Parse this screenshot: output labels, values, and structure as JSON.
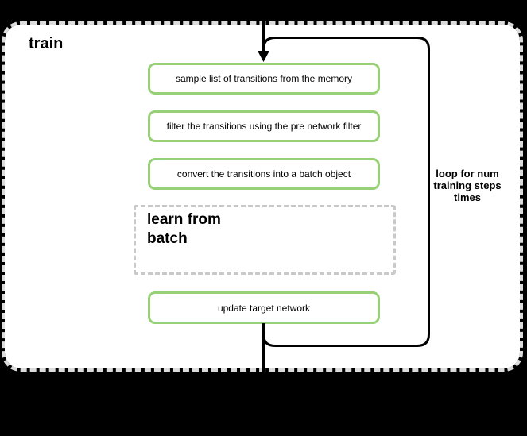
{
  "diagram": {
    "title": "train",
    "steps": [
      {
        "label": "sample list of transitions from the memory"
      },
      {
        "label": "filter the transitions using the pre network filter"
      },
      {
        "label": "convert the transitions into a batch object"
      }
    ],
    "group": {
      "label": "learn from\nbatch"
    },
    "final_step": {
      "label": "update target network"
    },
    "loop": {
      "label": "loop for num\ntraining steps\ntimes"
    },
    "colors": {
      "background": "#000000",
      "surface": "#ffffff",
      "step_border": "#97d077",
      "container_border": "#dcdcdc",
      "group_border": "#c9c9c9",
      "loop_border": "#000000",
      "text": "#000000"
    }
  }
}
